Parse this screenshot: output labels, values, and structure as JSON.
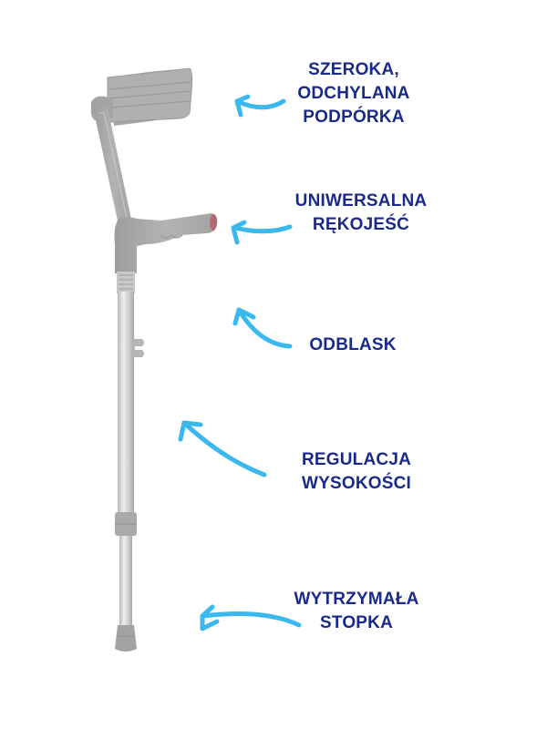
{
  "colors": {
    "label_text": "#1a2a8c",
    "arrow": "#3bb8ee",
    "crutch_plastic": "#a9a9a9",
    "crutch_metal": "#cfcfcf",
    "background": "#ffffff"
  },
  "diagram": {
    "subject": "forearm crutch",
    "callouts": [
      {
        "id": "cuff",
        "lines": [
          "SZEROKA,",
          "ODCHYLANA",
          "PODPÓRKA"
        ],
        "arrow_icon": "curved-arrow-left-icon"
      },
      {
        "id": "handle",
        "lines": [
          "UNIWERSALNA",
          "RĘKOJEŚĆ"
        ],
        "arrow_icon": "curved-arrow-left-icon"
      },
      {
        "id": "reflector",
        "lines": [
          "ODBLASK"
        ],
        "arrow_icon": "curved-arrow-up-left-icon"
      },
      {
        "id": "height",
        "lines": [
          "REGULACJA",
          "WYSOKOŚCI"
        ],
        "arrow_icon": "curved-arrow-up-left-icon"
      },
      {
        "id": "tip",
        "lines": [
          "WYTRZYMAŁA",
          "STOPKA"
        ],
        "arrow_icon": "curved-arrow-left-icon"
      }
    ]
  }
}
